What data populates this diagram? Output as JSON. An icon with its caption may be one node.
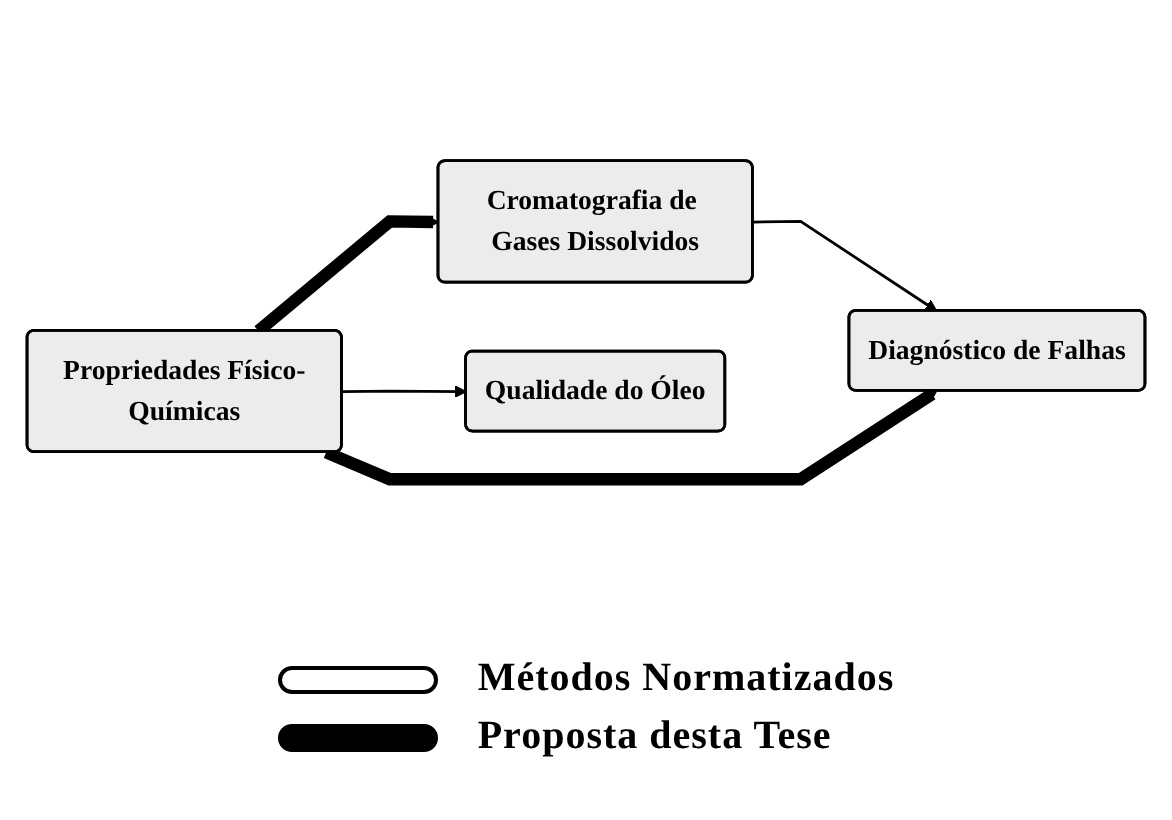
{
  "diagram": {
    "nodes": [
      {
        "text": [
          "Cromatografia de Gases Dissolvidos"
        ]
      },
      {
        "text": [
          "Diagnóstico de Falhas"
        ]
      },
      {
        "text": [
          "Propriedades Físico-Químicas"
        ]
      },
      {
        "text": [
          "Qualidade do Óleo"
        ]
      }
    ],
    "edges": [
      {
        "from": 0,
        "to": 1,
        "arrow": "to"
      },
      {
        "from": 2,
        "to": 0,
        "arrow": "to",
        "style": "thick"
      },
      {
        "from": 2,
        "to": 1,
        "arrow": "to",
        "style": "thick"
      },
      {
        "from": 2,
        "to": 3,
        "arrow": "to"
      }
    ],
    "legend": [
      {
        "text": "Métodos Normatizados"
      },
      {
        "text": "Proposta desta Tese"
      }
    ]
  }
}
